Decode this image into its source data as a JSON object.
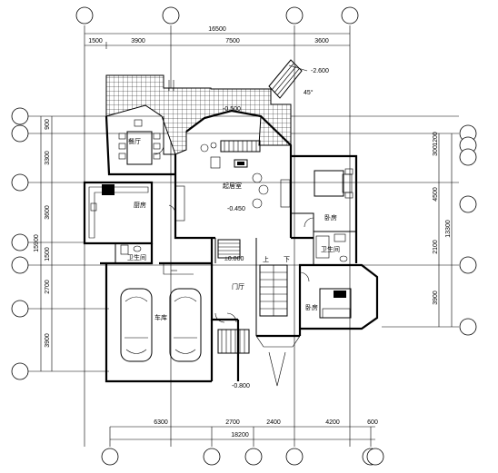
{
  "top_dims": {
    "total": "16500",
    "segments": [
      "1500",
      "3900",
      "7500",
      "3600"
    ]
  },
  "bottom_dims": {
    "total": "18200",
    "segments": [
      "6300",
      "2700",
      "2400",
      "4200",
      "600"
    ]
  },
  "left_dims": {
    "total": "15900",
    "segments": [
      "900",
      "3300",
      "3600",
      "1500",
      "2700",
      "3900"
    ]
  },
  "right_dims": {
    "total": "13300",
    "segments": [
      "1200",
      "300",
      "4500",
      "2100",
      "3900"
    ]
  },
  "levels": {
    "upper_right": "-2.600",
    "terrace": "-0.500",
    "living": "-0.450",
    "entry": "±0.000",
    "front": "-0.800"
  },
  "angle": "45°",
  "rooms": {
    "dining": "餐厅",
    "living": "起居室",
    "kitchen": "厨房",
    "bedroom_upper": "卧房",
    "bedroom_lower": "卧房",
    "bath_left": "卫生间",
    "bath_right": "卫生间",
    "garage": "车库",
    "foyer": "门厅"
  },
  "markers": {
    "up": "上",
    "down": "下"
  }
}
